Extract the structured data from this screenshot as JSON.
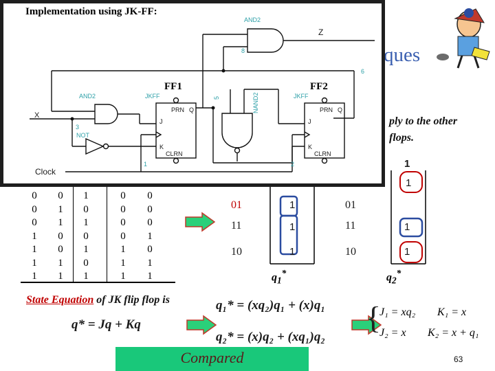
{
  "circuit": {
    "title": "Implementation using JK-FF:",
    "ff1_label": "FF1",
    "ff2_label": "FF2",
    "gate_labels": {
      "and2_top": "AND2",
      "and2_left": "AND2",
      "not": "NOT",
      "nand2": "NAND2",
      "jkff_1": "JKFF",
      "jkff_2": "JKFF"
    },
    "pins": {
      "prn": "PRN",
      "clrn": "CLRN",
      "j": "J",
      "k": "K",
      "q": "Q"
    },
    "signals": {
      "x": "X",
      "z": "Z",
      "clock": "Clock",
      "n1": "1",
      "n2": "2",
      "n3": "3",
      "n5": "5",
      "n6": "6",
      "n8": "8"
    }
  },
  "header_fragment": "ques",
  "body_fragment_line1": "ply to the other",
  "body_fragment_line2": "flops.",
  "truth_table": {
    "col1": [
      "0",
      "0",
      "0",
      "1",
      "1",
      "1",
      "1"
    ],
    "col2": [
      "0",
      "1",
      "1",
      "0",
      "0",
      "1",
      "1"
    ],
    "col3": [
      "1",
      "0",
      "1",
      "0",
      "1",
      "0",
      "1"
    ],
    "col4": [
      "0",
      "0",
      "0",
      "0",
      "1",
      "1",
      "1"
    ],
    "col5": [
      "0",
      "0",
      "0",
      "1",
      "0",
      "1",
      "1"
    ]
  },
  "kmap1": {
    "rows": [
      "01",
      "11",
      "10"
    ],
    "ones_row1": "1",
    "ones_row2": "1",
    "ones_row3": "1",
    "label_main": "q",
    "label_sub": "1",
    "label_sup": "*"
  },
  "kmap2": {
    "rows": [
      "01",
      "11",
      "10"
    ],
    "top_header": "1",
    "ones_top": "1",
    "ones_row2": "1",
    "ones_row3": "1",
    "label_main": "q",
    "label_sub": "2",
    "label_sup": "*"
  },
  "state_equation_label": "State Equation",
  "state_equation_suffix": " of JK flip flop is",
  "jk_equation": "q* = Jq + Kq",
  "q1_equation": "q₁* = (xq₂)q₁ + (x)q₁",
  "q2_equation": "q₂* = (x)q₂ + (xq₁)q₂",
  "j1_eq": "J₁ = xq₂",
  "k1_eq": "K₁ = x",
  "j2_eq": "J₂ = x",
  "k2_eq": "K₂ = x + q₁",
  "compared_label": "Compared",
  "page_number": "63",
  "colors": {
    "accent_green": "#19c87a",
    "red_text": "#c00000",
    "arrow_green": "#2bd07a"
  }
}
